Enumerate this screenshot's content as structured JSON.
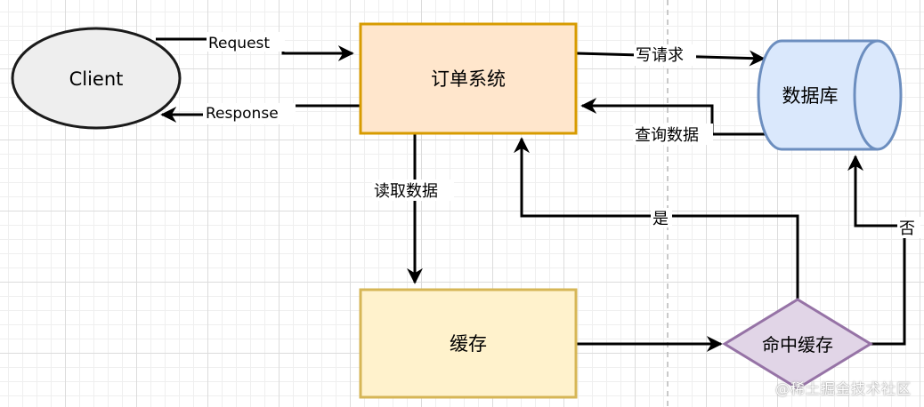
{
  "nodes": {
    "client": "Client",
    "order_system": "订单系统",
    "database": "数据库",
    "cache": "缓存",
    "cache_hit": "命中缓存"
  },
  "edges": {
    "request": "Request",
    "response": "Response",
    "write_request": "写请求",
    "query_data": "查询数据",
    "read_data": "读取数据",
    "yes": "是",
    "no": "否"
  },
  "watermark": "@稀土掘金技术社区",
  "colors": {
    "client_fill": "#eeeeee",
    "order_fill": "#ffe6cc",
    "order_stroke": "#d79b00",
    "db_fill": "#dae8fc",
    "db_stroke": "#6c8ebf",
    "cache_fill": "#fff2cc",
    "cache_stroke": "#d6b656",
    "hit_fill": "#e1d5e7",
    "hit_stroke": "#9673a6"
  }
}
